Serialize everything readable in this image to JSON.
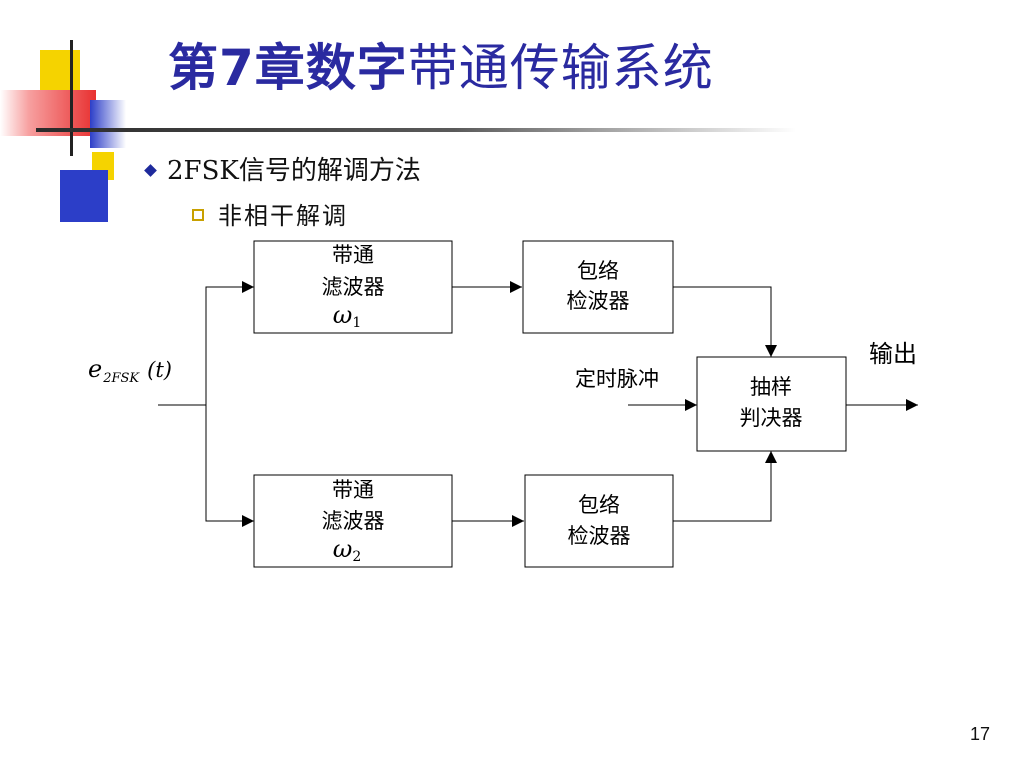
{
  "slide": {
    "title_bold": "第7章数字",
    "title_rest": "带通传输系统",
    "bullet_level1": "2FSK信号的解调方法",
    "bullet_level2": "非相干解调",
    "page_number": "17"
  },
  "colors": {
    "title": "#2a2aa0",
    "deco_yellow": "#f5d300",
    "deco_red": "#e83030",
    "deco_blue": "#2c3ec8"
  },
  "diagram": {
    "input_signal": {
      "base": "e",
      "subscript": "2FSK",
      "argument": "(t)"
    },
    "upper_bpf": {
      "line1": "带通",
      "line2": "滤波器",
      "freq": "ω",
      "freq_sub": "1"
    },
    "lower_bpf": {
      "line1": "带通",
      "line2": "滤波器",
      "freq": "ω",
      "freq_sub": "2"
    },
    "upper_env": {
      "line1": "包络",
      "line2": "检波器"
    },
    "lower_env": {
      "line1": "包络",
      "line2": "检波器"
    },
    "decision": {
      "line1": "抽样",
      "line2": "判决器"
    },
    "timing_label": "定时脉冲",
    "output_label": "输出"
  }
}
